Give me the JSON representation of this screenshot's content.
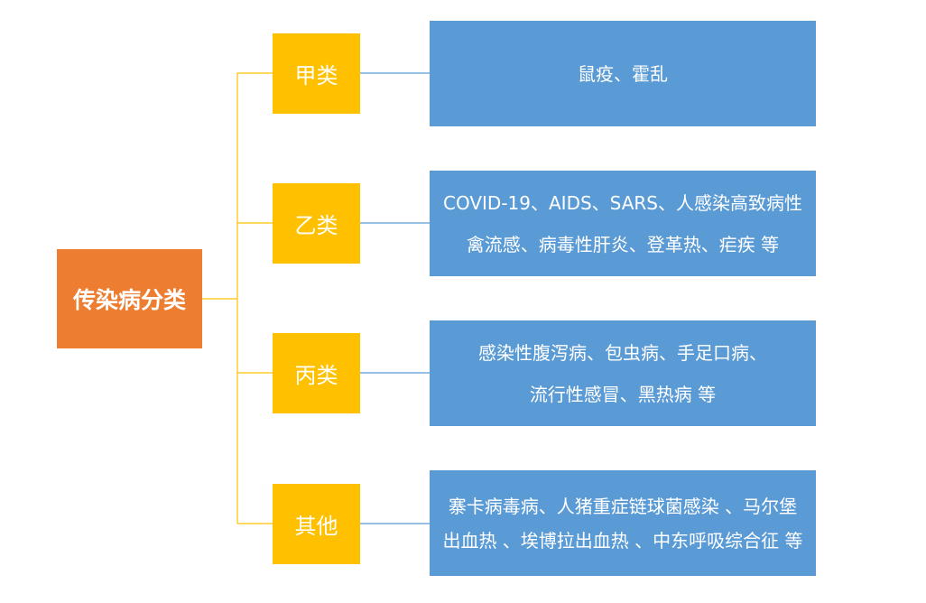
{
  "root": {
    "label": "传染病分类"
  },
  "categories": [
    {
      "label": "甲类",
      "lines": [
        "鼠疫、霍乱"
      ]
    },
    {
      "label": "乙类",
      "lines": [
        "COVID-19、AIDS、SARS、人感染高致病性",
        "禽流感、病毒性肝炎、登革热、疟疾 等"
      ]
    },
    {
      "label": "丙类",
      "lines": [
        "感染性腹泻病、包虫病、手足口病、",
        "流行性感冒、黑热病 等"
      ]
    },
    {
      "label": "其他",
      "lines": [
        "寨卡病毒病、人猪重症链球菌感染 、马尔堡",
        "出血热 、埃博拉出血热 、中东呼吸综合征 等"
      ]
    }
  ],
  "colors": {
    "root": "#ED7D31",
    "category": "#FFC000",
    "detail": "#5B9BD5",
    "connector_left": "#FFC000",
    "connector_right": "#5B9BD5",
    "text": "#FFFFFF"
  }
}
